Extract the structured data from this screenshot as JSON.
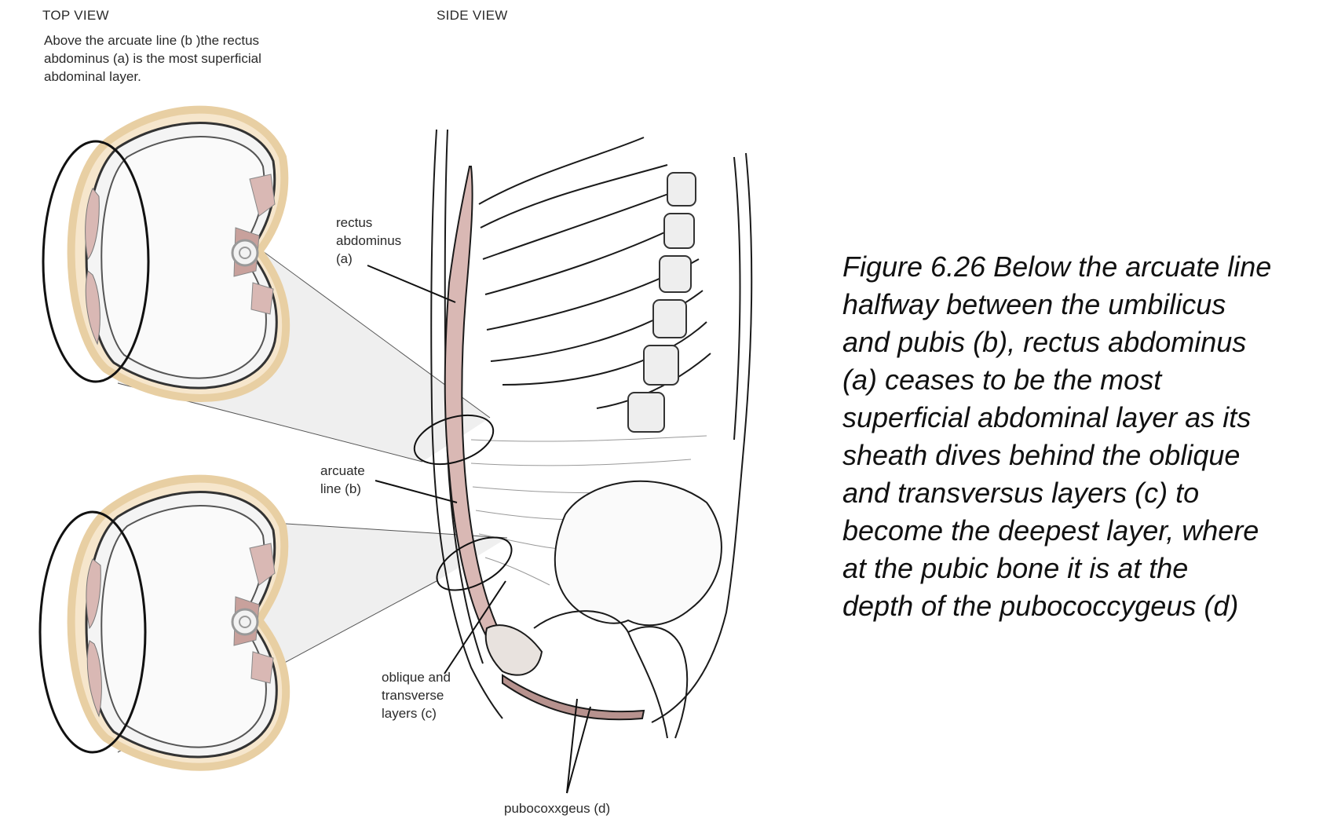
{
  "headers": {
    "top_view": "TOP VIEW",
    "side_view": "SIDE VIEW"
  },
  "intro_note": [
    "Above the arcuate line (b )the rectus",
    "abdominus (a) is the most superficial",
    "abdominal layer."
  ],
  "labels": {
    "rectus": [
      "rectus",
      "abdominus",
      "(a)"
    ],
    "arcuate": [
      "arcuate",
      "line (b)"
    ],
    "oblique": [
      "oblique and",
      "transverse",
      "layers (c)"
    ],
    "pubo": "pubocoxxgeus (d)"
  },
  "caption_lines": [
    "Figure 6.26 Below the arcuate line",
    "halfway between the umbilicus",
    "and pubis (b), rectus abdominus",
    "(a) ceases to be the most",
    "superficial abdominal layer as its",
    "sheath dives behind the oblique",
    "and transversus layers (c) to",
    "become the deepest layer, where",
    "at the pubic bone it is at the",
    "depth of the pubococcygeus (d)"
  ],
  "colors": {
    "muscle_fill": "#d9b8b4",
    "muscle_dark": "#b7928e",
    "skin_ring": "#f0d9b5",
    "line_ink": "#1a1a1a",
    "cone_fill": "#dcdcdc"
  }
}
